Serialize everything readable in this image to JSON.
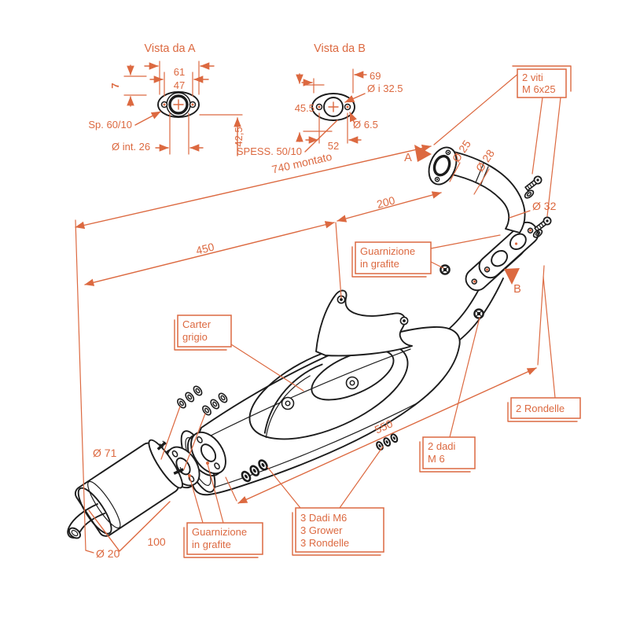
{
  "colors": {
    "accent": "#DC6940",
    "ink": "#1C1C1C",
    "background": "#FFFFFF"
  },
  "view_a": {
    "title": "Vista da  A",
    "dim_61": "61",
    "dim_47": "47",
    "dim_7": "7",
    "label_sp": "Sp. 60/10",
    "label_int": "Ø int. 26",
    "dim_42_5": "42,5"
  },
  "view_b": {
    "title": "Vista da  B",
    "dim_69": "69",
    "dim_i325": "Ø i 32.5",
    "dim_45_5": "45.5",
    "dim_6_5": "Ø 6.5",
    "dim_52": "52",
    "label_spess": "SPESS. 50/10"
  },
  "main": {
    "dim_740": "740 montato",
    "dim_450": "450",
    "dim_200": "200",
    "dim_550": "550",
    "dim_100": "100",
    "dia_71": "Ø 71",
    "dia_20": "Ø 20",
    "dia_25": "Ø 25",
    "dia_28": "Ø 28",
    "dia_32": "Ø 32",
    "marker_a": "A",
    "marker_b": "B"
  },
  "callouts": {
    "viti_l1": "2 viti",
    "viti_l2": "M 6x25",
    "guarnizione1_l1": "Guarnizione",
    "guarnizione1_l2": "in grafite",
    "carter_l1": "Carter",
    "carter_l2": "grigio",
    "rondelle_l1": "2 Rondelle",
    "dadi2_l1": "2 dadi",
    "dadi2_l2": "M 6",
    "guarnizione2_l1": "Guarnizione",
    "guarnizione2_l2": "in grafite",
    "dadi3_l1": "3 Dadi M6",
    "dadi3_l2": "3 Grower",
    "dadi3_l3": "3 Rondelle"
  }
}
